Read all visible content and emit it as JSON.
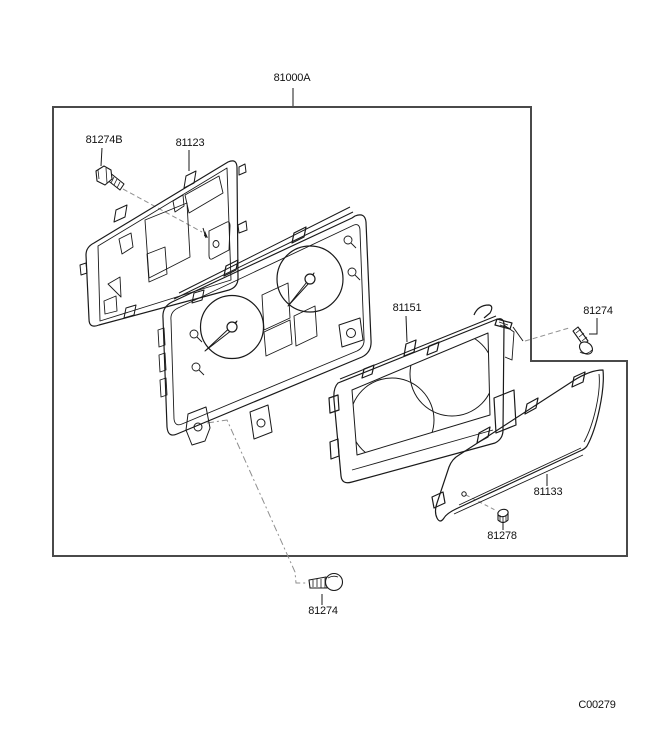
{
  "drawing": {
    "assembly_label": "81000A",
    "drawing_code": "C00279",
    "parts": [
      {
        "ref": "81274B",
        "role": "screw-top-left"
      },
      {
        "ref": "81123",
        "role": "back-plate"
      },
      {
        "ref": "81151",
        "role": "meter-case"
      },
      {
        "ref": "81274",
        "role": "screw-right"
      },
      {
        "ref": "81133",
        "role": "meter-lens"
      },
      {
        "ref": "81278",
        "role": "nut"
      },
      {
        "ref": "81274",
        "role": "screw-bottom"
      }
    ],
    "colors": {
      "line": "#1a1a1a",
      "frame": "#4a4a4a",
      "dash": "#8f8f8f",
      "background": "#ffffff"
    }
  }
}
